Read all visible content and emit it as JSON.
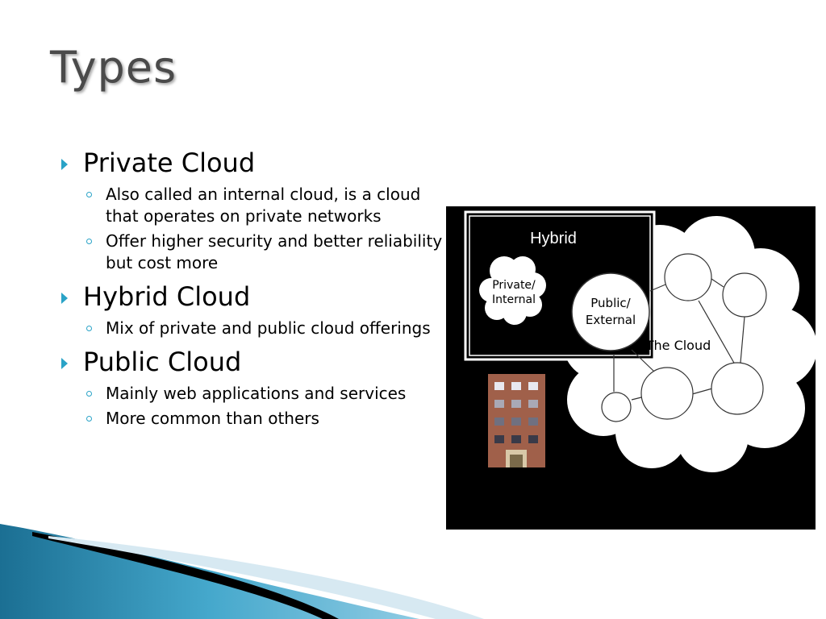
{
  "slide": {
    "title": "Types",
    "sections": [
      {
        "heading": "Private Cloud",
        "points": [
          "Also called an internal cloud, is a cloud that operates on private networks",
          "Offer higher security and better reliability but cost more"
        ]
      },
      {
        "heading": "Hybrid Cloud",
        "points": [
          "Mix of private and public cloud offerings"
        ]
      },
      {
        "heading": "Public Cloud",
        "points": [
          "Mainly web applications  and services",
          "More common than others"
        ]
      }
    ]
  },
  "diagram": {
    "hybrid_label": "Hybrid",
    "private_label_line1": "Private/",
    "private_label_line2": "Internal",
    "public_label_line1": "Public/",
    "public_label_line2": "External",
    "cloud_label": "The Cloud"
  },
  "theme": {
    "accent": "#2aa3c7",
    "title_color": "#4a4a4a",
    "swoosh_dark": "#1e7fa3",
    "swoosh_light": "#d7e9f2"
  }
}
